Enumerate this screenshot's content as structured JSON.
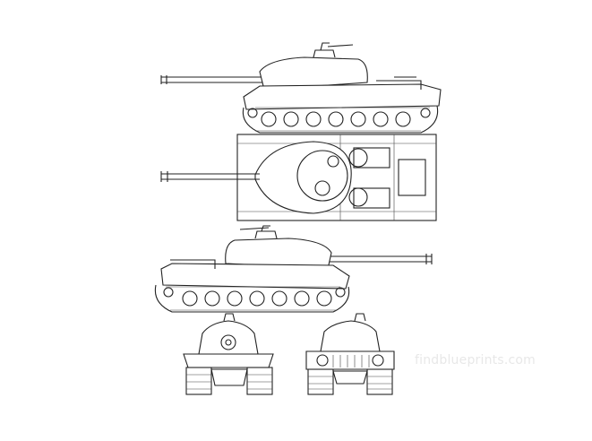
{
  "watermark": "findblueprints.com",
  "views": [
    "left-side",
    "top",
    "right-side",
    "front",
    "rear"
  ],
  "line_color": "#222222",
  "background": "#ffffff"
}
